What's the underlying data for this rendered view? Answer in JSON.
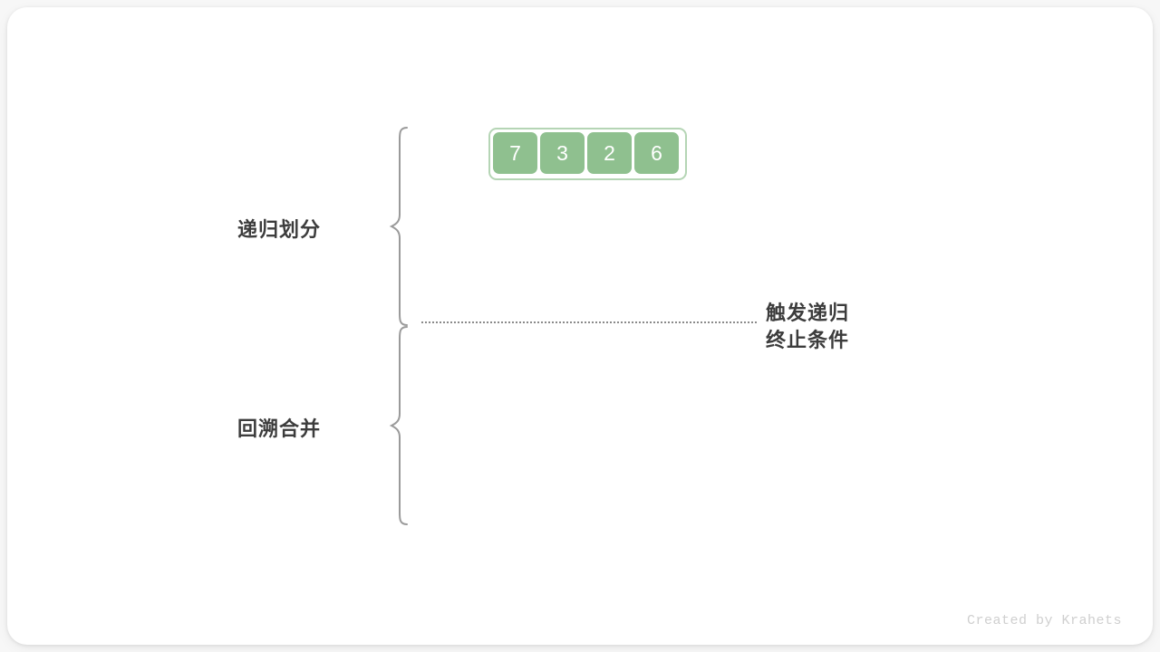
{
  "diagram": {
    "title": "Merge sort recursive divide and backtrack merge",
    "background_color": "#f7f7f7",
    "card_color": "#ffffff",
    "accent_color": "#8fc08f",
    "accent_border_color": "#b5d5b5",
    "text_color": "#3c3c3c",
    "line_color": "#8a8a8a"
  },
  "array": {
    "name": "input-array",
    "values": [
      "7",
      "3",
      "2",
      "6"
    ]
  },
  "phases": [
    {
      "label": "递归划分"
    },
    {
      "label": "回溯合并"
    }
  ],
  "annotation": {
    "line_1": "触发递归",
    "line_2": "终止条件"
  },
  "credit": {
    "text": "Created by Krahets"
  }
}
